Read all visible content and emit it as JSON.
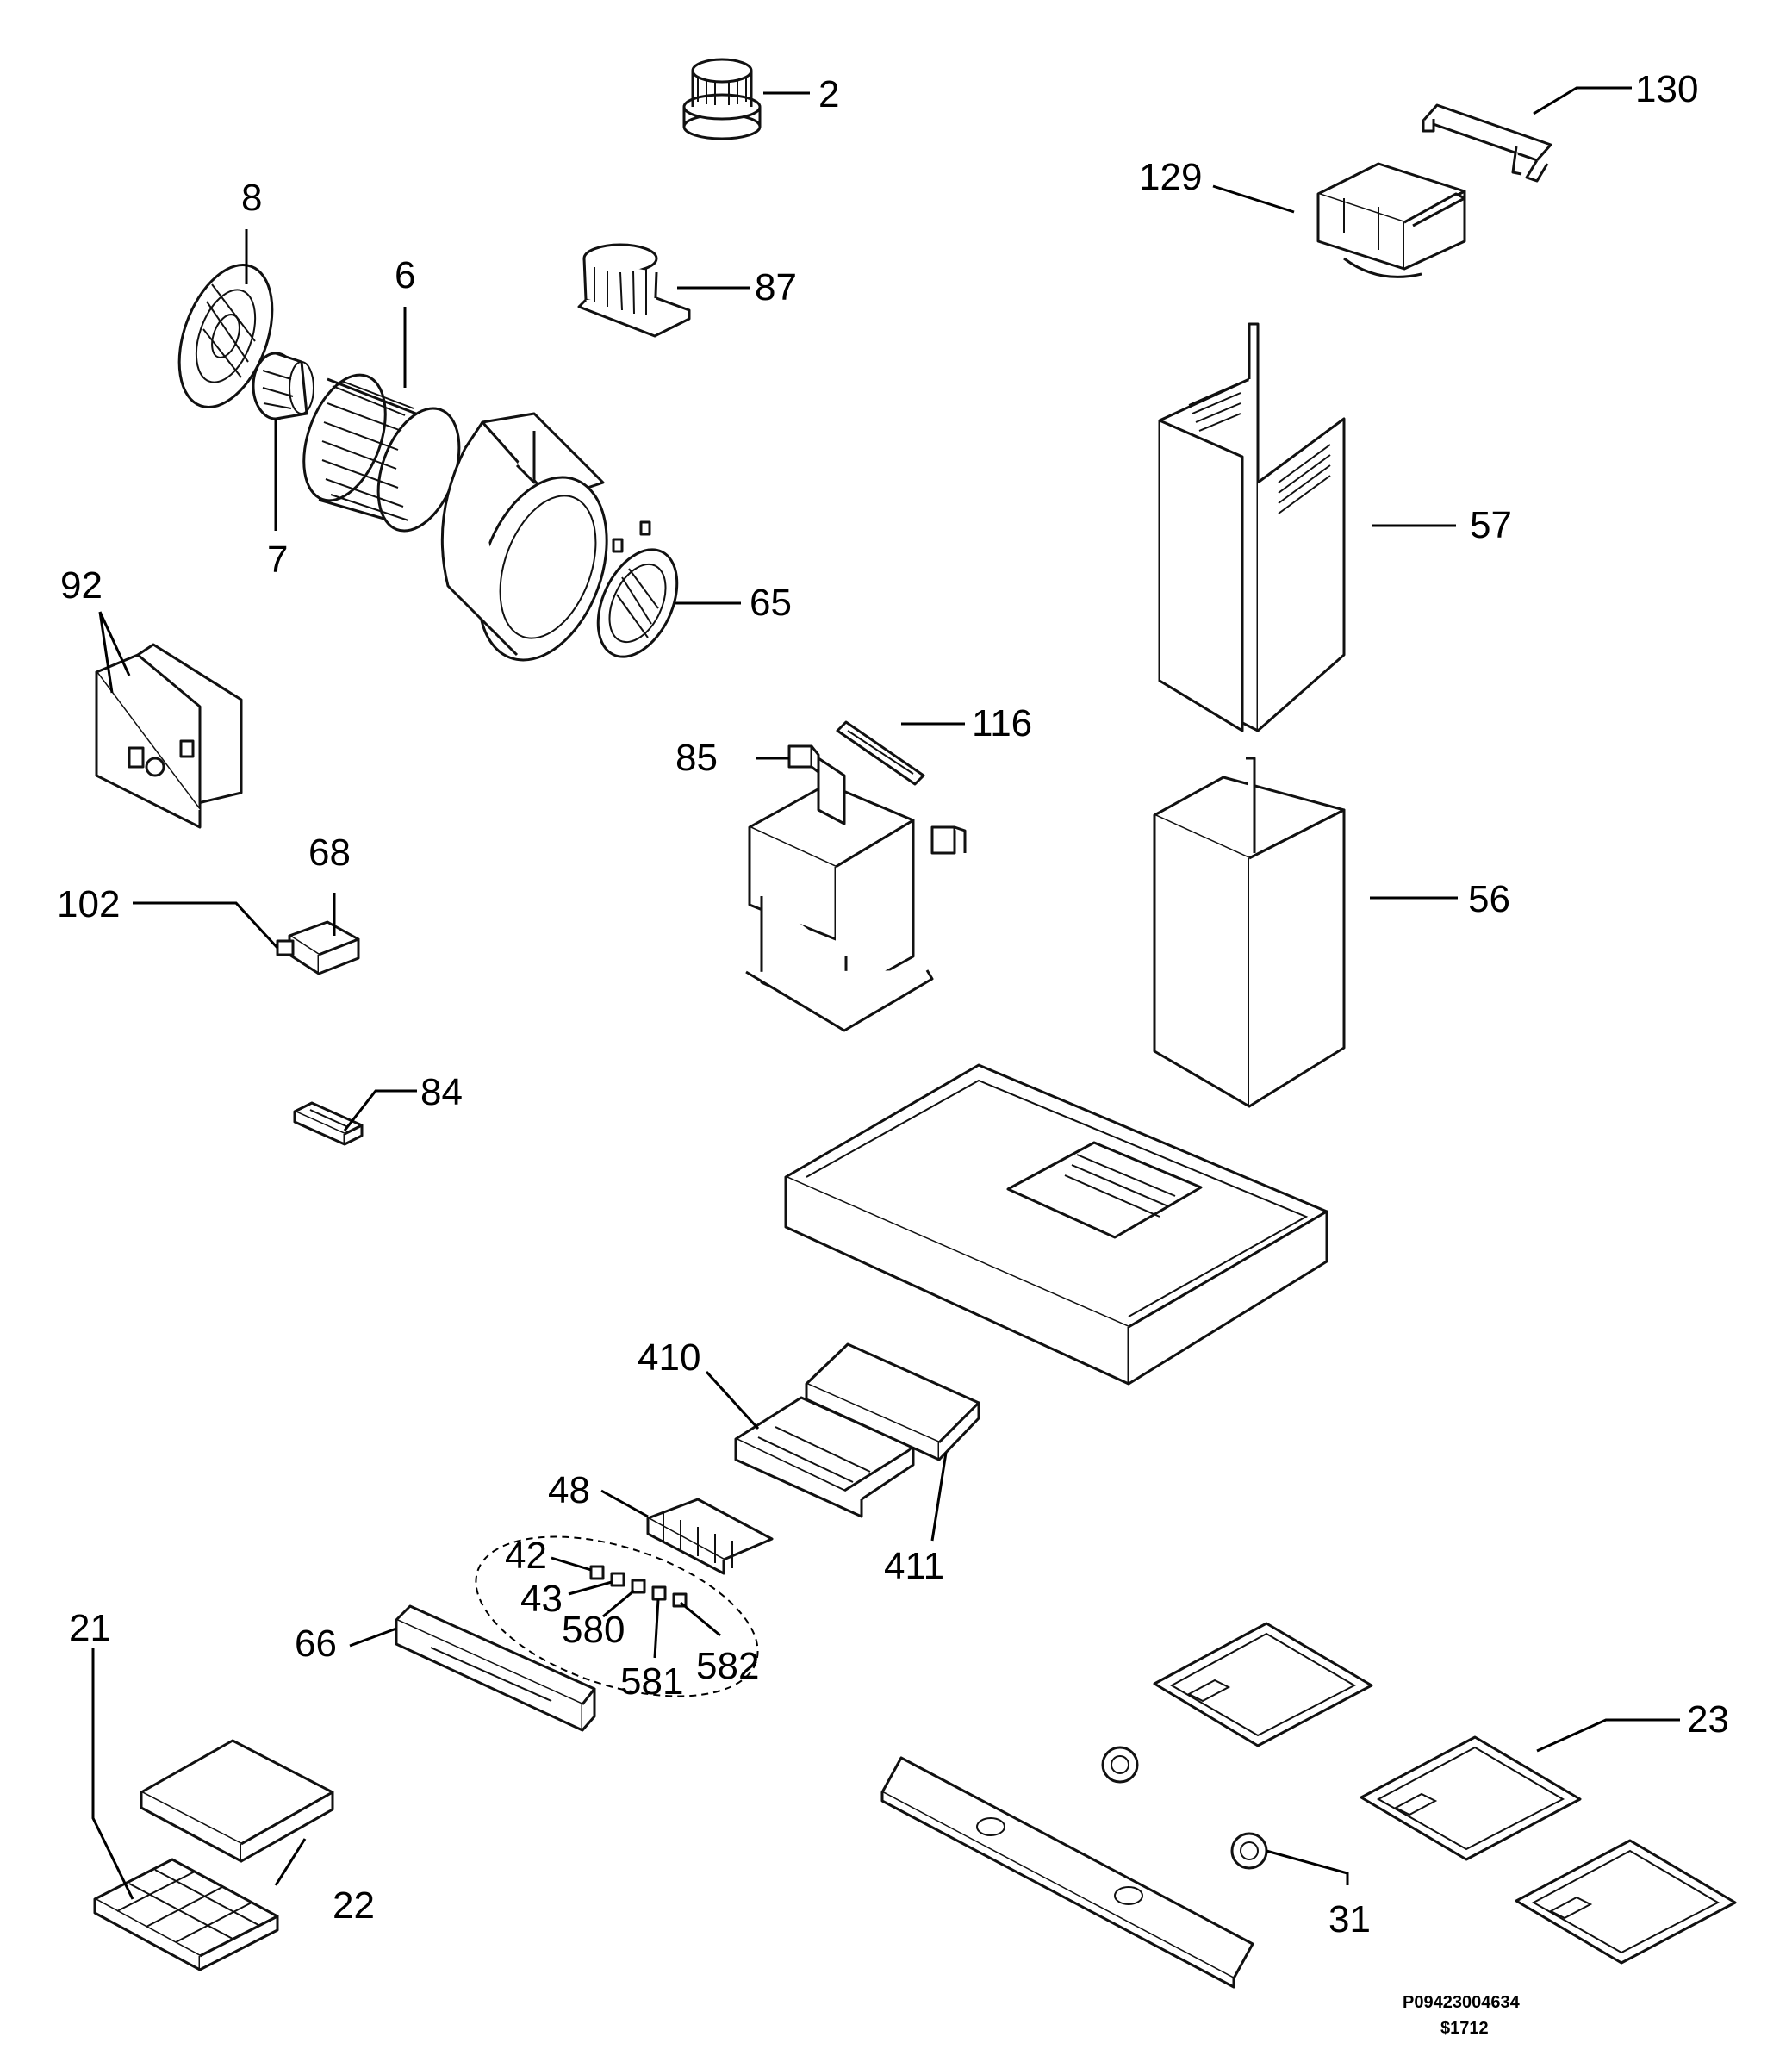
{
  "labels": {
    "p2": "2",
    "p130": "130",
    "p129": "129",
    "p8": "8",
    "p6": "6",
    "p87": "87",
    "p7": "7",
    "p57": "57",
    "p92": "92",
    "p65": "65",
    "p116": "116",
    "p85": "85",
    "p68": "68",
    "p56": "56",
    "p102": "102",
    "p84": "84",
    "p410": "410",
    "p48": "48",
    "p411": "411",
    "p42": "42",
    "p43": "43",
    "p580": "580",
    "p21": "21",
    "p66": "66",
    "p581": "581",
    "p582": "582",
    "p23": "23",
    "p22": "22",
    "p31": "31"
  },
  "footer": {
    "code": "P09423004634",
    "rev": "$1712"
  }
}
